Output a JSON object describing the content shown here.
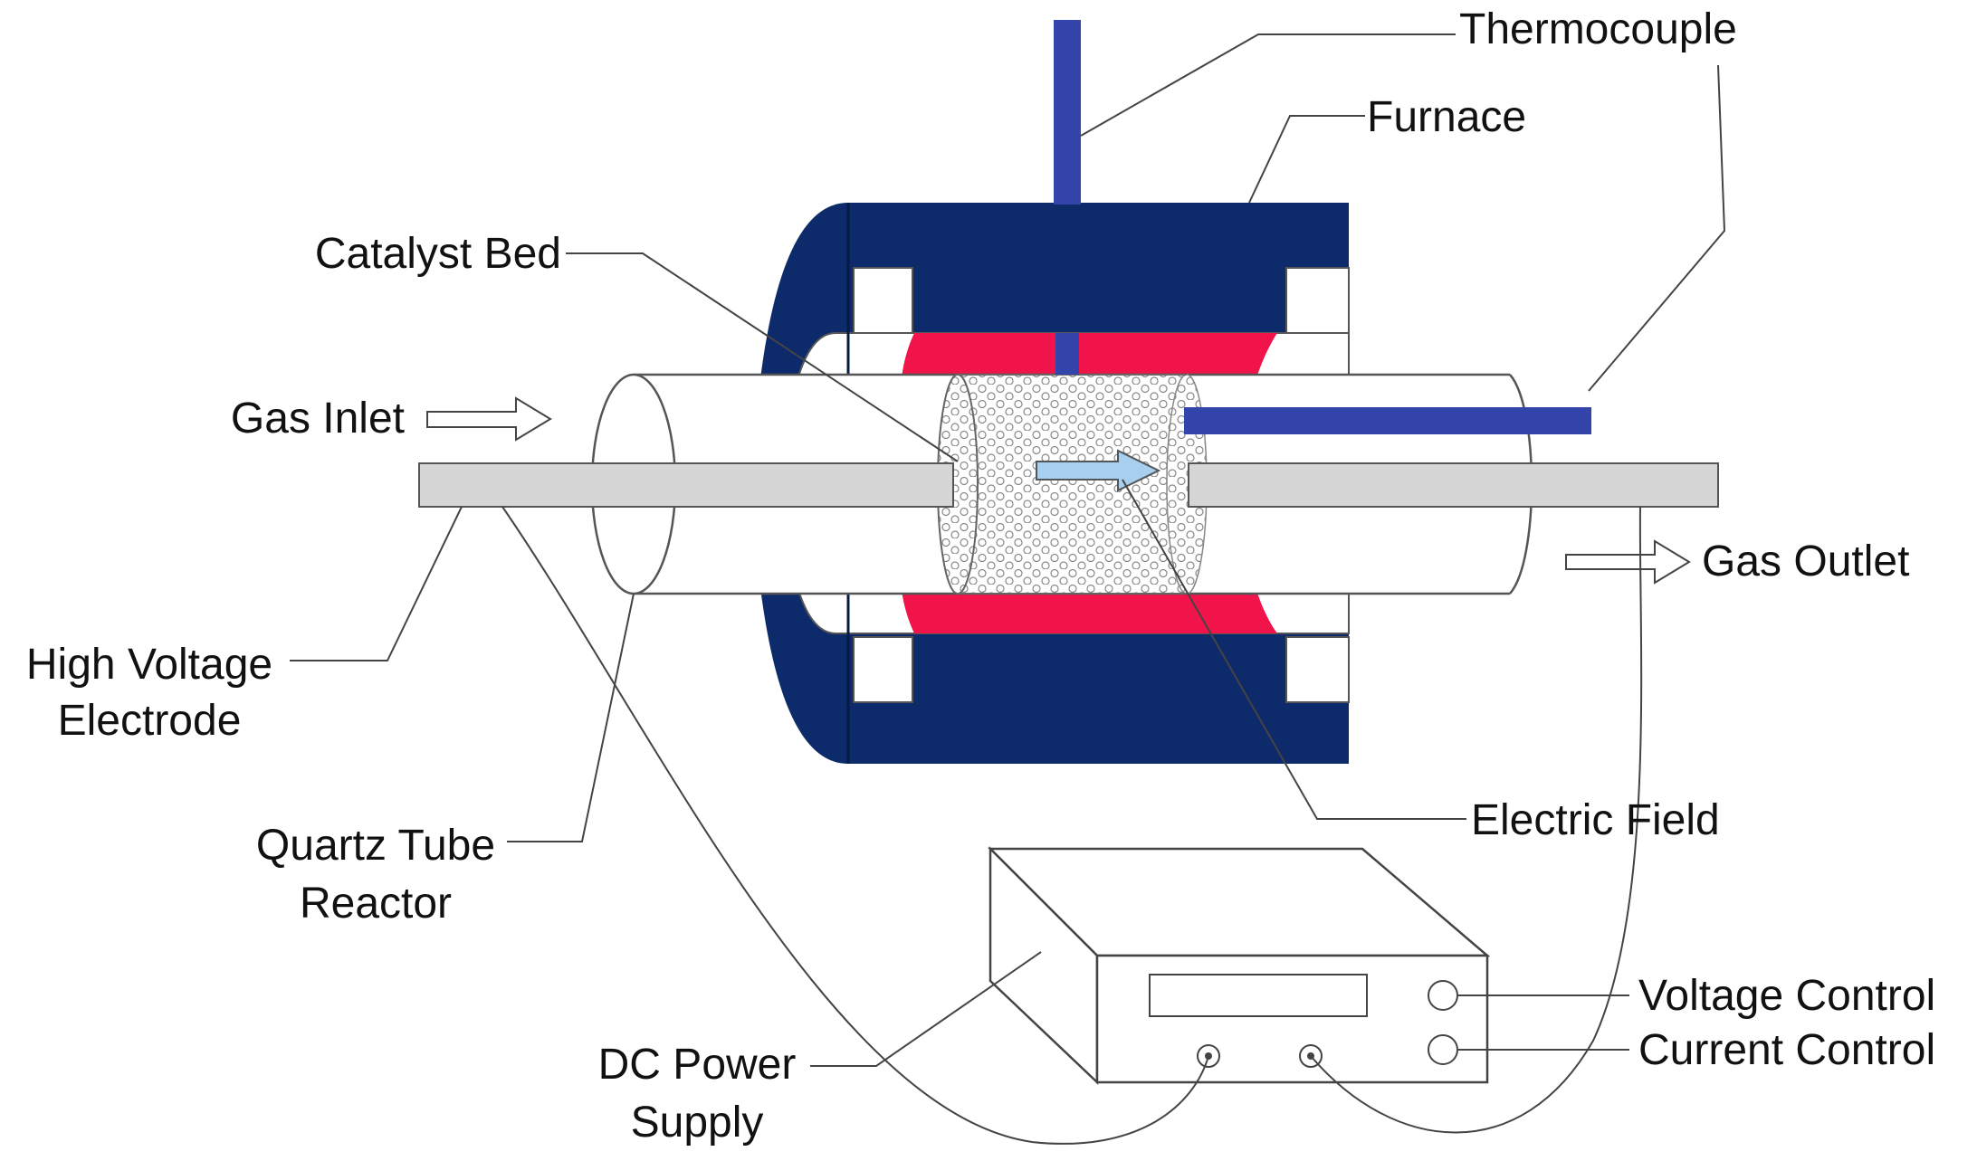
{
  "labels": {
    "thermocouple": "Thermocouple",
    "furnace": "Furnace",
    "catalyst_bed": "Catalyst Bed",
    "gas_inlet": "Gas Inlet",
    "gas_outlet": "Gas Outlet",
    "high_voltage_line1": "High Voltage",
    "high_voltage_line2": "Electrode",
    "quartz_line1": "Quartz Tube",
    "quartz_line2": "Reactor",
    "electric_field": "Electric Field",
    "dc_line1": "DC Power",
    "dc_line2": "Supply",
    "voltage_control": "Voltage Control",
    "current_control": "Current Control"
  },
  "colors": {
    "furnace": "#0d2b6b",
    "heater": "#f0144a",
    "thermocouple": "#3344aa",
    "electrode": "#d6d6d6",
    "field_arrow": "#a8d0ee",
    "leader": "#333333"
  },
  "icons": {
    "gas_inlet_arrow": "hollow-right-arrow",
    "gas_outlet_arrow": "hollow-right-arrow",
    "field_arrow": "light-blue-right-arrow"
  }
}
